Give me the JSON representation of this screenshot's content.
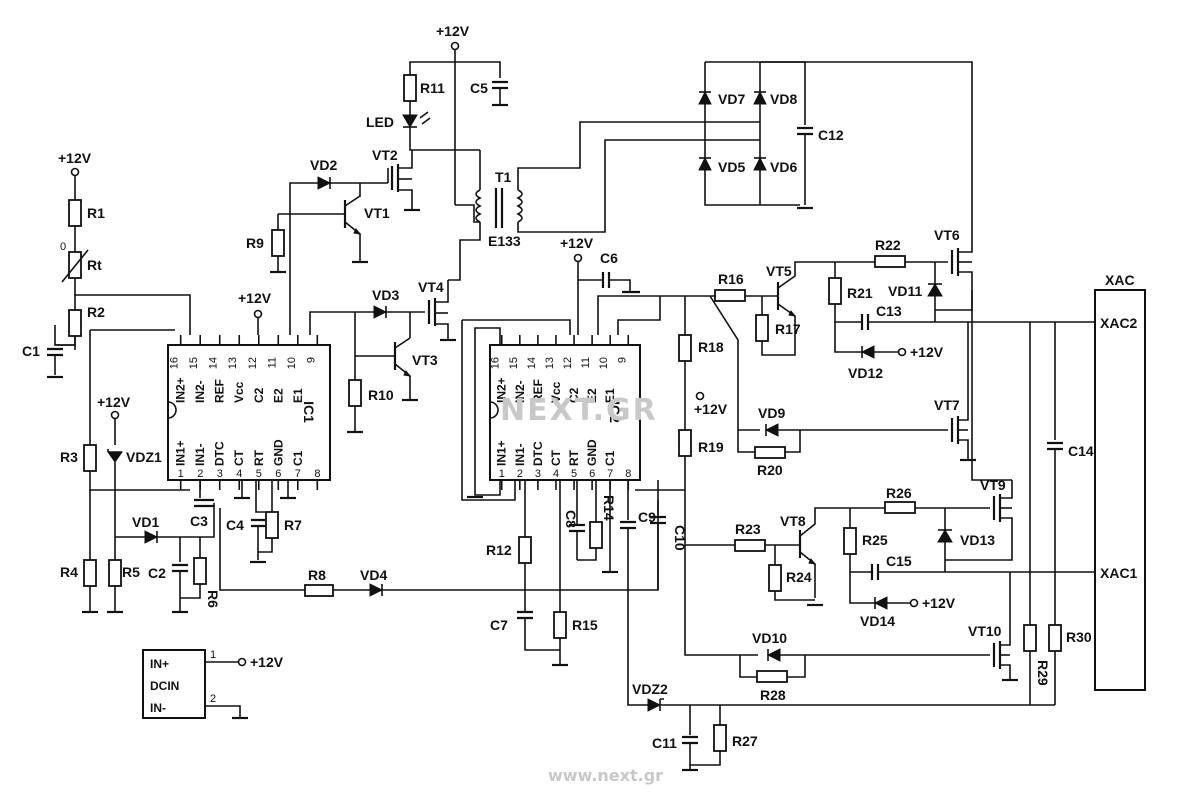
{
  "labels": {
    "supply": "+12V",
    "r1": "R1",
    "r2": "R2",
    "r3": "R3",
    "r4": "R4",
    "r5": "R5",
    "r6": "R6",
    "r7": "R7",
    "r8": "R8",
    "r9": "R9",
    "r10": "R10",
    "r11": "R11",
    "r12": "R12",
    "r14": "R14",
    "r15": "R15",
    "r16": "R16",
    "r17": "R17",
    "r18": "R18",
    "r19": "R19",
    "r20": "R20",
    "r21": "R21",
    "r22": "R22",
    "r23": "R23",
    "r24": "R24",
    "r25": "R25",
    "r26": "R26",
    "r27": "R27",
    "r28": "R28",
    "r29": "R29",
    "r30": "R30",
    "rt": "Rt",
    "rt_zero": "0",
    "c1": "C1",
    "c2": "C2",
    "c3": "C3",
    "c4": "C4",
    "c5": "C5",
    "c6": "C6",
    "c7": "C7",
    "c8": "C8",
    "c9": "C9",
    "c10": "C10",
    "c11": "C11",
    "c12": "C12",
    "c13": "C13",
    "c14": "C14",
    "c15": "C15",
    "vd1": "VD1",
    "vd2": "VD2",
    "vd3": "VD3",
    "vd4": "VD4",
    "vd5": "VD5",
    "vd6": "VD6",
    "vd7": "VD7",
    "vd8": "VD8",
    "vd9": "VD9",
    "vd10": "VD10",
    "vd11": "VD11",
    "vd12": "VD12",
    "vd13": "VD13",
    "vd14": "VD14",
    "vdz1": "VDZ1",
    "vdz2": "VDZ2",
    "vt1": "VT1",
    "vt2": "VT2",
    "vt3": "VT3",
    "vt4": "VT4",
    "vt5": "VT5",
    "vt6": "VT6",
    "vt7": "VT7",
    "vt8": "VT8",
    "vt9": "VT9",
    "vt10": "VT10",
    "led": "LED",
    "t1": "T1",
    "t1_core": "E133",
    "ic1": "IC1",
    "ic2": "IC2",
    "xac": "XAC",
    "xac1": "XAC1",
    "xac2": "XAC2",
    "in_plus": "IN+",
    "in_minus": "IN-",
    "dcin": "DCIN",
    "dc_pin1": "1",
    "dc_pin2": "2"
  },
  "ic": {
    "top_pins": [
      "16",
      "15",
      "14",
      "13",
      "12",
      "11",
      "10",
      "9"
    ],
    "bottom_pins": [
      "1",
      "2",
      "3",
      "4",
      "5",
      "6",
      "7",
      "8"
    ],
    "top_names": [
      "IN2+",
      "IN2-",
      "REF",
      "Vcc",
      "C2",
      "E2",
      "E1"
    ],
    "bottom_names": [
      "IN1+",
      "IN1-",
      "DTC",
      "CT",
      "RT",
      "GND",
      "C1"
    ]
  },
  "watermark": "NEXT.GR",
  "watermark_small": "www.next.gr"
}
